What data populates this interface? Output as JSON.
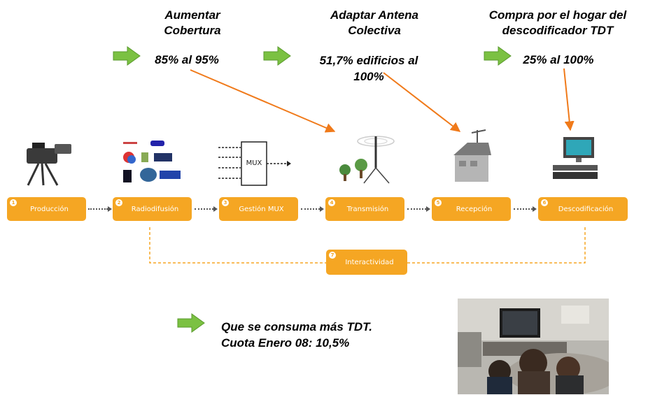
{
  "goals": [
    {
      "title_line1": "Aumentar",
      "title_line2": "Cobertura",
      "value": "85% al 95%"
    },
    {
      "title_line1": "Adaptar Antena",
      "title_line2": "Colectiva",
      "value_line1": "51,7% edificios al",
      "value_line2": "100%"
    },
    {
      "title_line1": "Compra por el hogar del",
      "title_line2": "descodificador TDT",
      "value": "25% al 100%"
    }
  ],
  "stages": [
    {
      "num": "1",
      "label": "Producción"
    },
    {
      "num": "2",
      "label": "Radiodifusión"
    },
    {
      "num": "3",
      "label": "Gestión MUX"
    },
    {
      "num": "4",
      "label": "Transmisión"
    },
    {
      "num": "5",
      "label": "Recepción"
    },
    {
      "num": "6",
      "label": "Descodificación"
    }
  ],
  "interactivity": {
    "num": "7",
    "label": "Interactividad"
  },
  "mux_label": "MUX",
  "bottom": {
    "line1": "Que se consuma más TDT.",
    "line2": "Cuota Enero 08: 10,5%"
  },
  "colors": {
    "accent_orange": "#f5a623",
    "arrow_orange": "#f07a1a",
    "green_arrow": "#7bc142"
  }
}
